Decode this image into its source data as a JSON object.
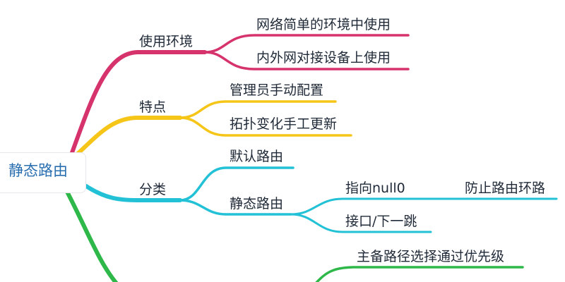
{
  "colors": {
    "usage": "#d6336c",
    "features": "#f5c518",
    "category": "#22c1d6",
    "bottom": "#2fb84a",
    "root_text": "#2a6fb0",
    "text": "#1f2937"
  },
  "root": {
    "label": "静态路由"
  },
  "usage": {
    "label": "使用环境",
    "children": [
      "网络简单的环境中使用",
      "内外网对接设备上使用"
    ]
  },
  "features": {
    "label": "特点",
    "children": [
      "管理员手动配置",
      "拓扑变化手工更新"
    ]
  },
  "category": {
    "label": "分类",
    "default_route": "默认路由",
    "static_route": "静态路由",
    "null0": "指向null0",
    "null0_child": "防止路由环路",
    "interface": "接口/下一跳"
  },
  "bottom": {
    "child_1": "主备路径选择通过优先级"
  }
}
